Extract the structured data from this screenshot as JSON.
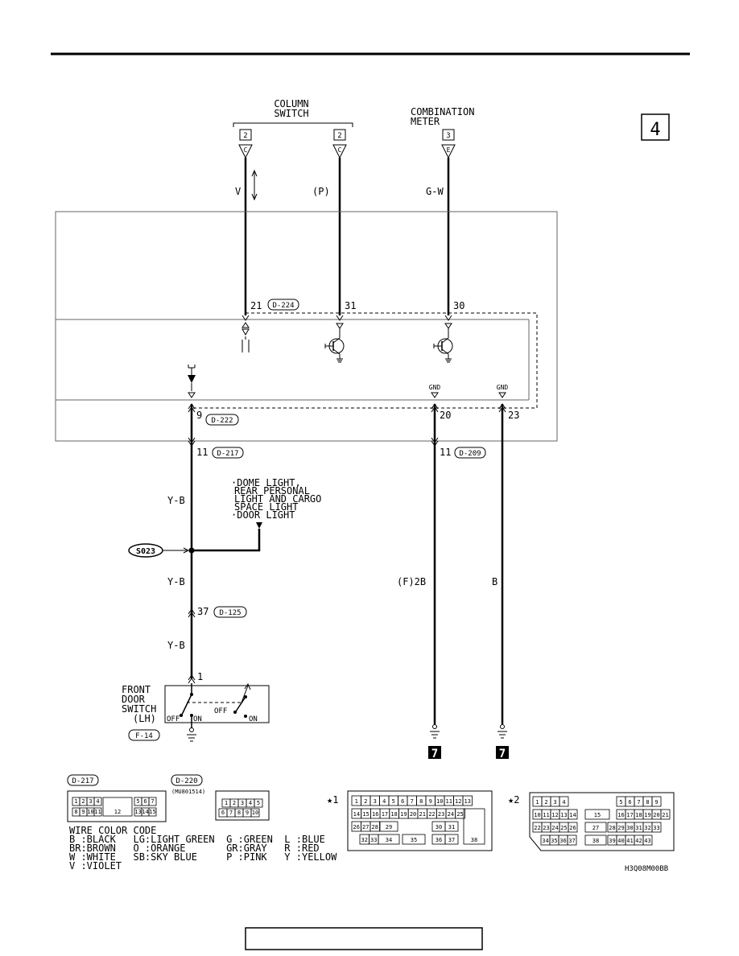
{
  "page_number": "4",
  "connectors_top": {
    "column_switch": {
      "title_line1": "COLUMN",
      "title_line2": "SWITCH",
      "pin_a": "2",
      "pin_b": "2",
      "conn_a": "C",
      "conn_b": "C"
    },
    "combination_meter": {
      "title_line1": "COMBINATION",
      "title_line2": "METER",
      "pin": "3",
      "conn": "E"
    }
  },
  "wires_top": {
    "left": "V",
    "mid": "(P)",
    "right": "G-W"
  },
  "etacs": {
    "pin_21": "21",
    "conn_d224": "D-224",
    "pin_31": "31",
    "pin_30": "30",
    "gnd1": "GND",
    "gnd2": "GND",
    "pin_9": "9",
    "conn_d222": "D-222",
    "pin_20": "20",
    "pin_23": "23",
    "pin_11a": "11",
    "conn_d217": "D-217",
    "pin_11b": "11",
    "conn_d209": "D-209"
  },
  "lower": {
    "wire_yb1": "Y-B",
    "wire_yb2": "Y-B",
    "wire_yb3": "Y-B",
    "dome_line1": "·DOME LIGHT,",
    "dome_line2": "REAR PERSONAL",
    "dome_line3": "LIGHT AND CARGO",
    "dome_line4": "SPACE LIGHT",
    "dome_line5": "·DOOR LIGHT",
    "splice": "S023",
    "pin_37": "37",
    "conn_d125": "D-125",
    "wire_f2b": "(F)2B",
    "wire_b": "B",
    "pin_1": "1",
    "fds_line1": "FRONT",
    "fds_line2": "DOOR",
    "fds_line3": "SWITCH",
    "fds_line4": "(LH)",
    "off1": "OFF",
    "on1": "ON",
    "off2": "OFF",
    "on2": "ON",
    "conn_f14": "F-14",
    "ground_ref1": "7",
    "ground_ref2": "7"
  },
  "connector_views": {
    "d217": {
      "name": "D-217",
      "row1": [
        "1",
        "2",
        "3",
        "4",
        "5",
        "6",
        "7"
      ],
      "row2": [
        "8",
        "9",
        "10",
        "11",
        "13",
        "14",
        "15"
      ],
      "center": "12"
    },
    "d220": {
      "name": "D-220",
      "part": "(MU801514)",
      "row1": [
        "1",
        "2",
        "3",
        "4",
        "5"
      ],
      "row2": [
        "6",
        "7",
        "8",
        "9",
        "10"
      ]
    },
    "star1": {
      "label": "★1",
      "row1": [
        "1",
        "2",
        "3",
        "4",
        "5",
        "6",
        "7",
        "8",
        "9",
        "10",
        "11",
        "12",
        "13"
      ],
      "row2": [
        "14",
        "15",
        "16",
        "17",
        "18",
        "19",
        "20",
        "21",
        "22",
        "23",
        "24",
        "25"
      ],
      "row3": [
        "26",
        "27",
        "28",
        "29",
        "30",
        "31"
      ],
      "row4": [
        "32",
        "33",
        "34",
        "35",
        "36",
        "37"
      ],
      "big": "38"
    },
    "star2": {
      "label": "★2",
      "row1": [
        "1",
        "2",
        "3",
        "4",
        "5",
        "6",
        "7",
        "8",
        "9"
      ],
      "row2": [
        "10",
        "11",
        "12",
        "13",
        "14",
        "15",
        "16",
        "17",
        "18",
        "19",
        "20",
        "21"
      ],
      "row3": [
        "22",
        "23",
        "24",
        "25",
        "26",
        "27",
        "28",
        "29",
        "30",
        "31",
        "32",
        "33"
      ],
      "row4": [
        "34",
        "35",
        "36",
        "37",
        "38",
        "39",
        "40",
        "41",
        "42",
        "43"
      ]
    }
  },
  "color_code": {
    "title": "WIRE COLOR CODE",
    "line1": "B :BLACK   LG:LIGHT GREEN  G :GREEN  L :BLUE",
    "line2": "BR:BROWN   O :ORANGE       GR:GRAY   R :RED",
    "line3": "W :WHITE   SB:SKY BLUE     P :PINK   Y :YELLOW",
    "line4": "V :VIOLET"
  },
  "diagram_code": "H3Q08M00BB"
}
